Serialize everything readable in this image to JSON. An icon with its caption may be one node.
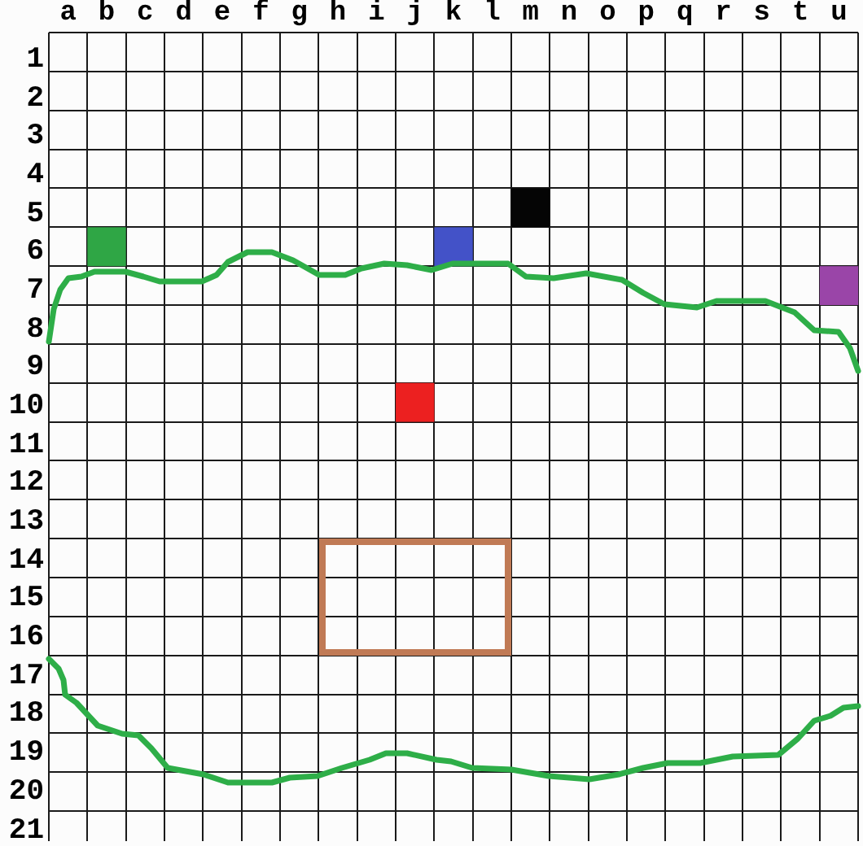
{
  "diagram": {
    "nodes": [
      {
        "text": [],
        "shape": "box"
      }
    ],
    "labels": [
      "a",
      "b",
      "c",
      "d",
      "e",
      "f",
      "g",
      "h",
      "i",
      "j",
      "k",
      "l",
      "m",
      "n",
      "o",
      "p",
      "q",
      "r",
      "s",
      "t",
      "u",
      "1",
      "2",
      "3",
      "4",
      "5",
      "6",
      "7",
      "8",
      "9",
      "10",
      "11",
      "12",
      "13",
      "14",
      "15",
      "16",
      "17",
      "18",
      "19",
      "20",
      "21"
    ]
  }
}
